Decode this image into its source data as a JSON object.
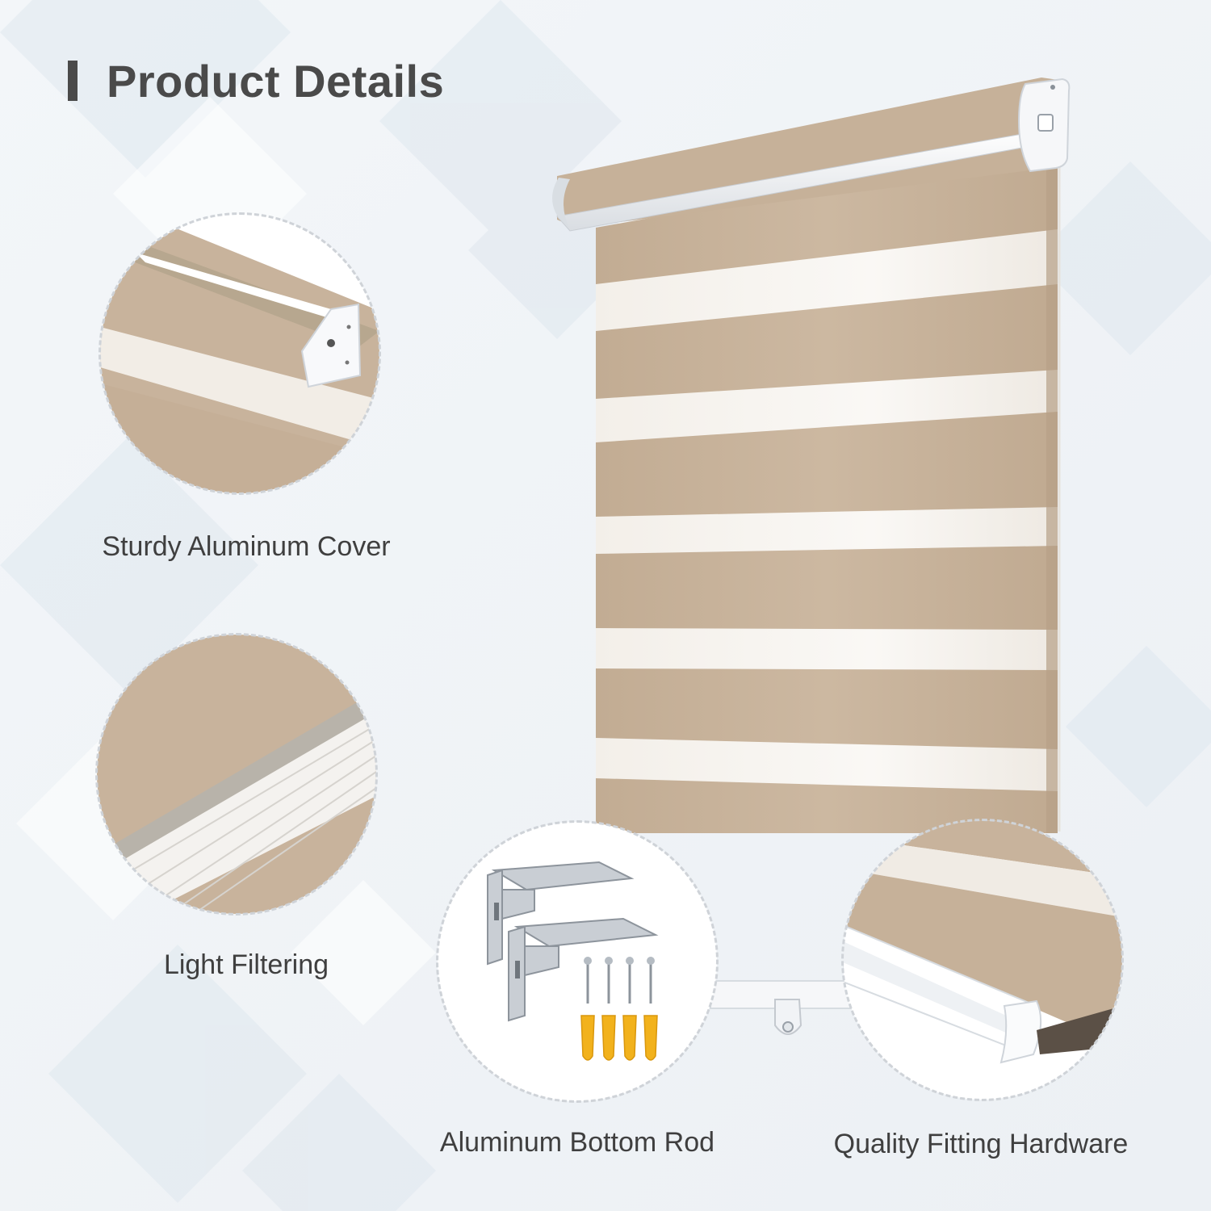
{
  "header": {
    "title": "Product Details"
  },
  "features": [
    {
      "label": "Sturdy Aluminum Cover",
      "icon": "aluminum-cover-closeup"
    },
    {
      "label": "Light Filtering",
      "icon": "fabric-closeup"
    },
    {
      "label": "Aluminum Bottom Rod",
      "icon": "mounting-hardware-closeup"
    },
    {
      "label": "Quality Fitting Hardware",
      "icon": "bottom-rod-closeup"
    }
  ],
  "colors": {
    "fabric": "#c8b39c",
    "sheer": "#f4f1ec",
    "aluminum": "#eef1f4",
    "title_bar": "#4a4a4a",
    "anchor": "#f2b21c"
  }
}
